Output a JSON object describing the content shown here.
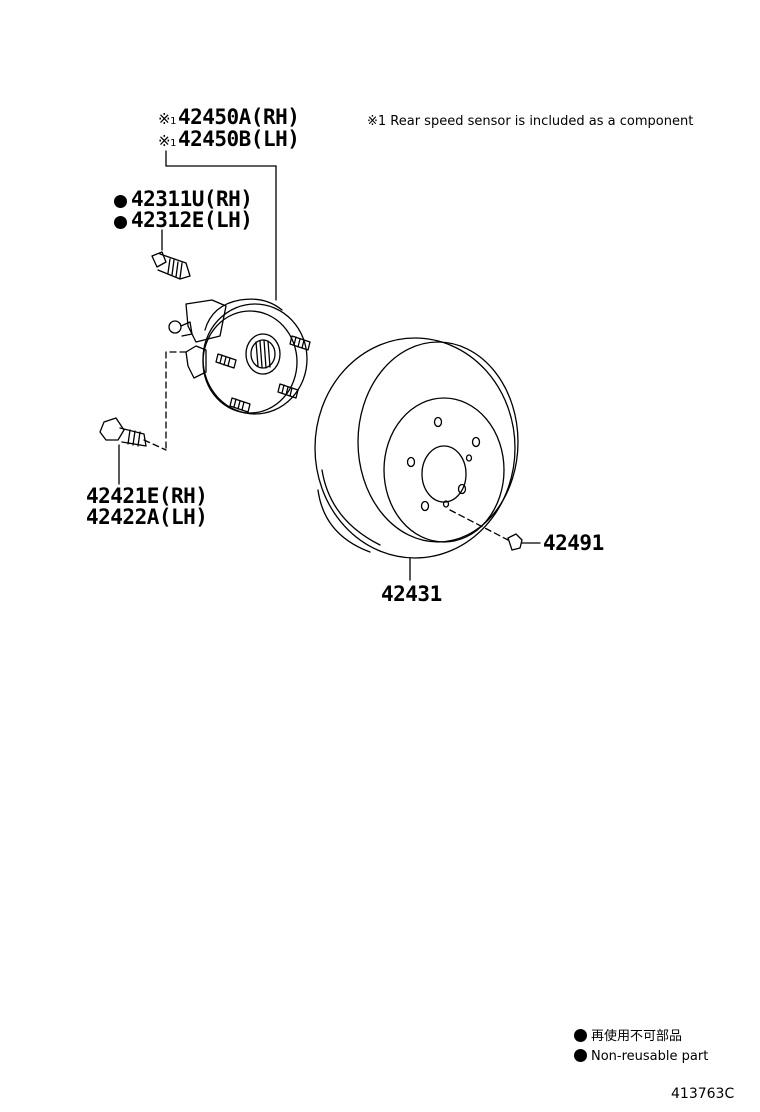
{
  "labels": {
    "hub_rh": "42450A(RH)",
    "hub_lh": "42450B(LH)",
    "hub_mark": "※",
    "hub_mark_num": "1",
    "bolt_rh": "42311U(RH)",
    "bolt_lh": "42312E(LH)",
    "mount_bolt_rh": "42421E(RH)",
    "mount_bolt_lh": "42422A(LH)",
    "disc": "42431",
    "screw": "42491"
  },
  "note": "※1 Rear speed sensor is included as a component",
  "legend": {
    "line_jp": "再使用不可部品",
    "line_en": "Non-reusable part"
  },
  "figure_code": "413763C"
}
